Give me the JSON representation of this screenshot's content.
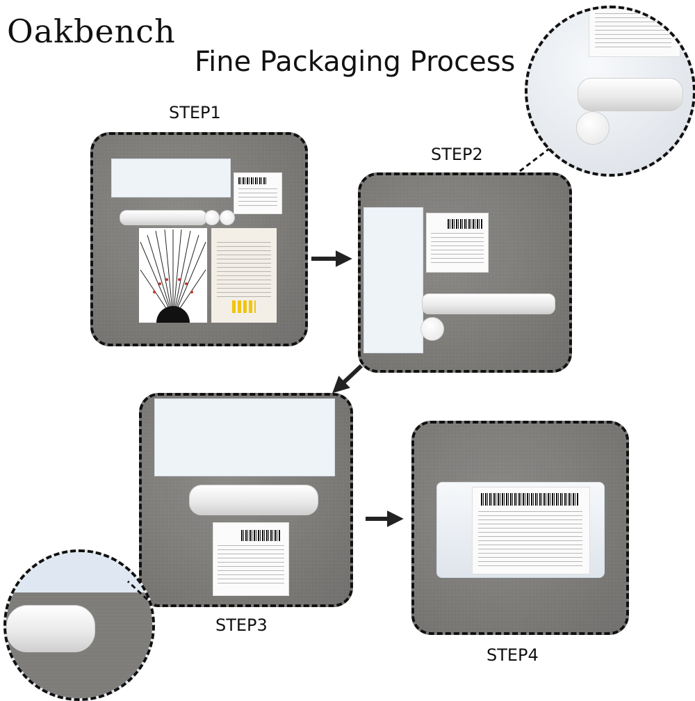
{
  "brand": "Oakbench",
  "title": "Fine Packaging Process",
  "steps": [
    {
      "label": "STEP1"
    },
    {
      "label": "STEP2"
    },
    {
      "label": "STEP3"
    },
    {
      "label": "STEP4"
    }
  ],
  "colors": {
    "fabric": "#7e7c79",
    "border": "#111111",
    "arrow": "#222222"
  }
}
